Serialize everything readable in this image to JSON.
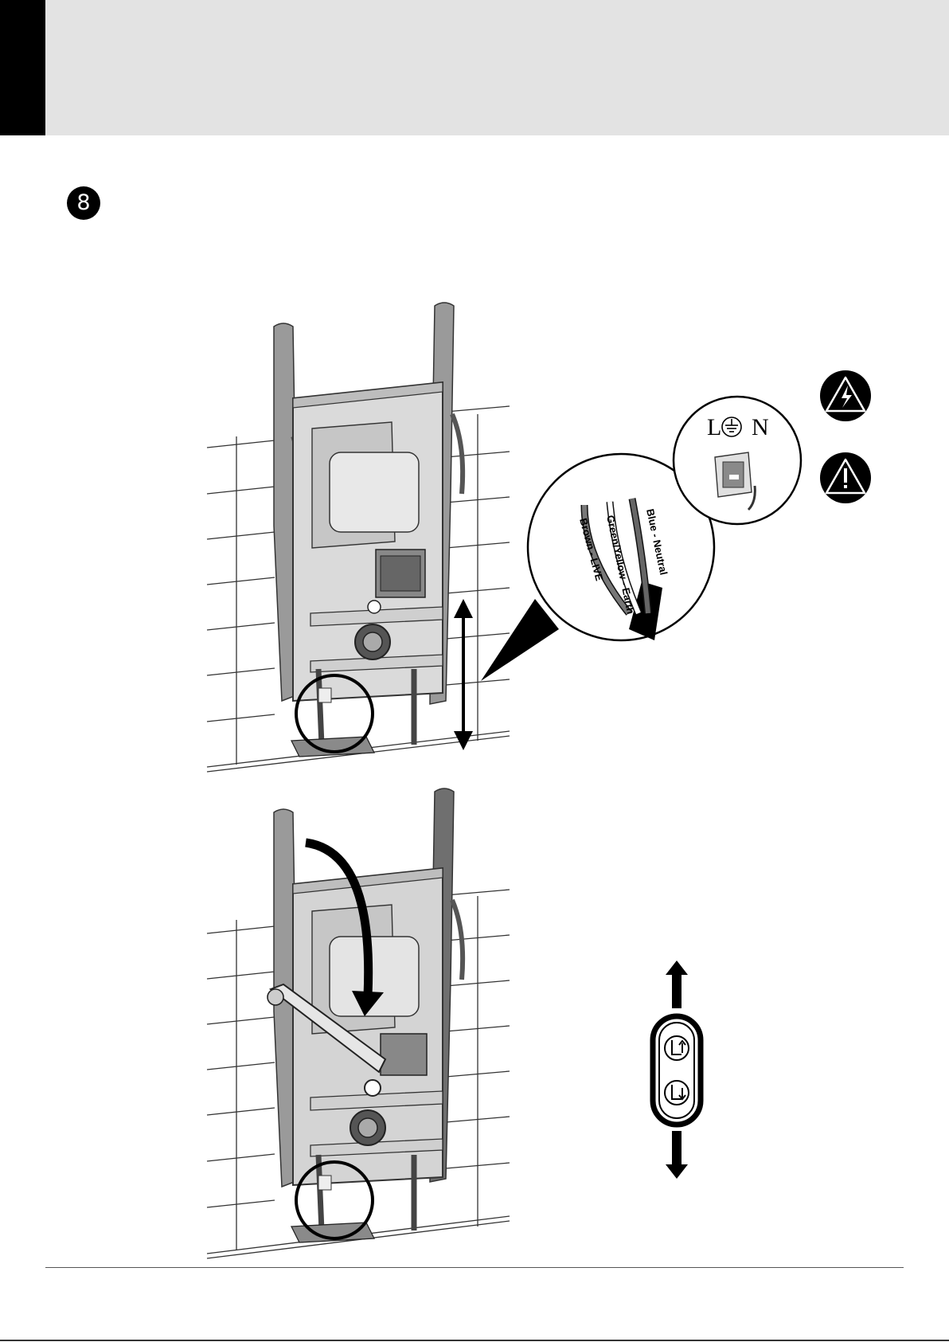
{
  "header": {
    "accent_color": "#000000",
    "band_color": "#e3e3e3"
  },
  "step": {
    "number": "8"
  },
  "wiring": {
    "wires": [
      "Brown - LIVE",
      "Green/Yellow - Earth",
      "Blue - Neutral"
    ],
    "socket": {
      "live": "L",
      "neutral": "N",
      "earth_icon": "earth-symbol"
    }
  },
  "icons": {
    "warning_1": "electrical-hazard-icon",
    "warning_2": "caution-exclamation-icon",
    "remote": [
      "raise-icon",
      "lower-icon"
    ]
  }
}
